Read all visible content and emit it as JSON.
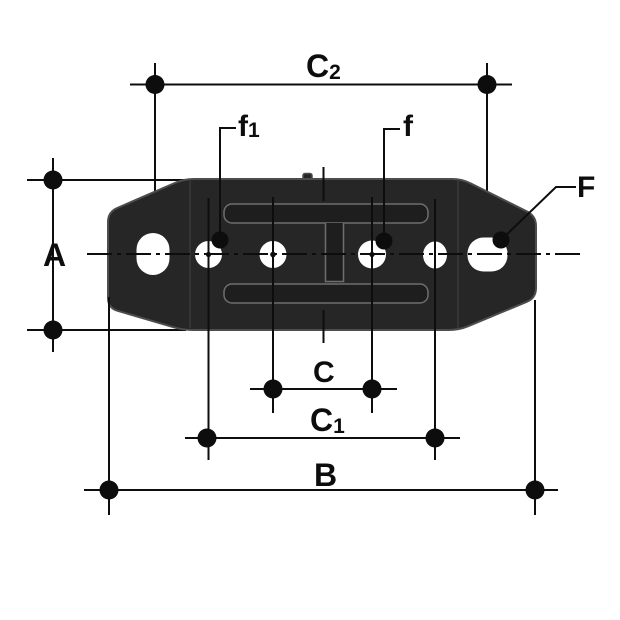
{
  "labels": {
    "a": "A",
    "b": "B",
    "c": "C",
    "c1": {
      "base": "C",
      "sub": "1"
    },
    "c2": {
      "base": "C",
      "sub": "2"
    },
    "f_upper": "F",
    "f_lower": "f",
    "f1": {
      "base": "f",
      "sub": "1"
    }
  },
  "colors": {
    "background": "#ffffff",
    "line": "#0d0d0d",
    "plate_fill": "#262626",
    "plate_edge_highlight": "#4d4d4d",
    "slot_fill": "#1e1e1e",
    "slot_stroke": "#6e6e6e",
    "hole_fill": "#ffffff"
  }
}
